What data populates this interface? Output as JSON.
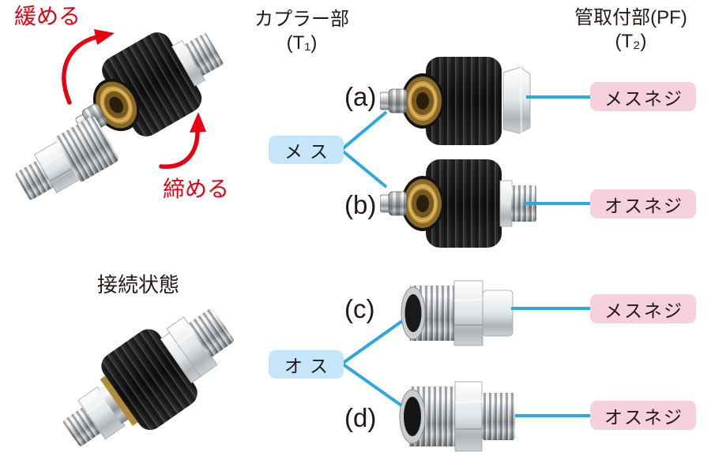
{
  "colors": {
    "accent_red": "#e60012",
    "connector_blue": "#2aa9e1",
    "coupler_tag_bg": "#c5e6f8",
    "thread_tag_bg": "#f6d0de",
    "text": "#231815"
  },
  "photo_annotations": {
    "loosen": "緩める",
    "tighten": "締める",
    "connected": "接続状態"
  },
  "headers": {
    "coupler_section": {
      "title": "カプラー部",
      "sub": "(T₁)"
    },
    "pipe_section": {
      "title": "管取付部(PF)",
      "sub": "(T₂)"
    }
  },
  "groups": {
    "female": {
      "label": "メス"
    },
    "male": {
      "label": "オス"
    }
  },
  "rows": {
    "a": {
      "id": "(a)",
      "thread_type": "メスネジ"
    },
    "b": {
      "id": "(b)",
      "thread_type": "オスネジ"
    },
    "c": {
      "id": "(c)",
      "thread_type": "メスネジ"
    },
    "d": {
      "id": "(d)",
      "thread_type": "オスネジ"
    }
  }
}
